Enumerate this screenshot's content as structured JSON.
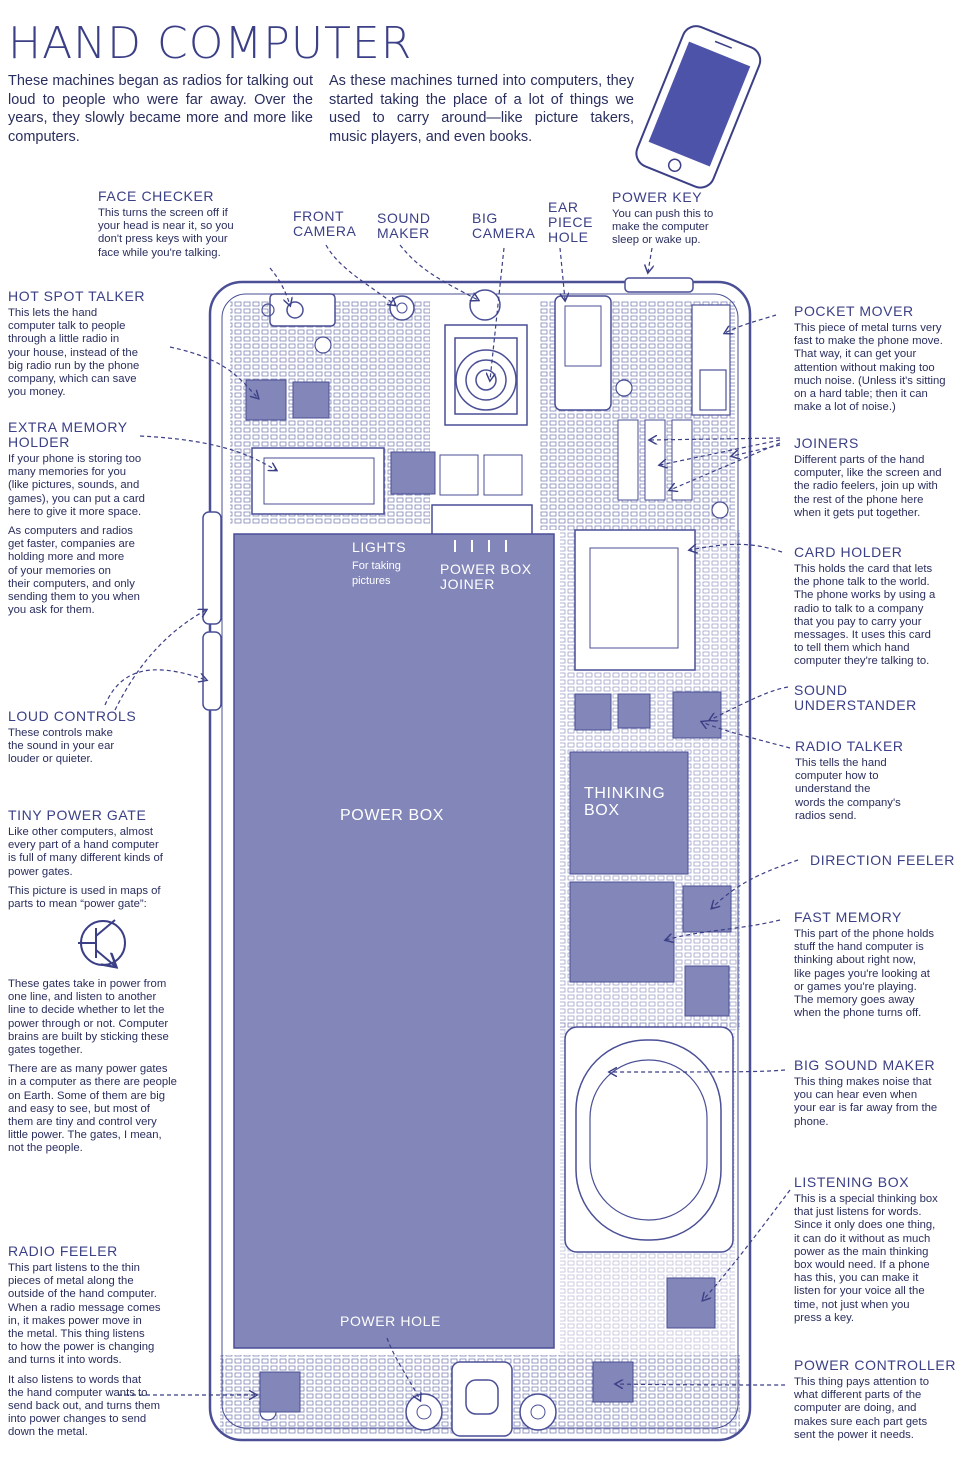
{
  "title": "HAND COMPUTER",
  "intro": {
    "left": "These machines began as radios for talking out loud to people who were far away. Over the years, they slowly became more and more like computers.",
    "right": "As these machines turned into computers, they started taking the place of a lot of things we used to carry around—like picture takers, music players, and even books."
  },
  "labels": {
    "face_checker": {
      "title": "FACE CHECKER",
      "body": "This turns the screen off if\nyour head is near it, so you\ndon't press keys with your\nface while you're talking."
    },
    "front_camera": {
      "title": "FRONT\nCAMERA"
    },
    "sound_maker": {
      "title": "SOUND\nMAKER"
    },
    "big_camera": {
      "title": "BIG\nCAMERA"
    },
    "ear_piece_hole": {
      "title": "EAR\nPIECE\nHOLE"
    },
    "power_key": {
      "title": "POWER KEY",
      "body": "You can push this to\nmake the computer\nsleep or wake up."
    },
    "hot_spot_talker": {
      "title": "HOT SPOT TALKER",
      "body": "This lets the hand\ncomputer talk to people\nthrough a little radio in\nyour house, instead of the\nbig radio run by the phone\ncompany, which can save\nyou money."
    },
    "pocket_mover": {
      "title": "POCKET MOVER",
      "body": "This piece of metal turns very\nfast to make the phone move.\nThat way, it can get your\nattention without making too\nmuch noise. (Unless it's sitting\non a hard table; then it can\nmake a lot of noise.)"
    },
    "extra_memory_holder": {
      "title": "EXTRA MEMORY\nHOLDER",
      "body": "If your phone is storing too\nmany memories for you\n(like pictures, sounds, and\ngames), you can put a card\nhere to give it more space.",
      "body2": "As computers and radios\nget faster, companies are\nholding more and more\nof your memories on\ntheir computers, and only\nsending them to you when\nyou ask for them."
    },
    "joiners": {
      "title": "JOINERS",
      "body": "Different parts of the hand\ncomputer, like the screen and\nthe radio feelers, join up with\nthe rest of the phone here\nwhen it gets put together."
    },
    "lights": {
      "title": "LIGHTS",
      "body": "For taking\npictures"
    },
    "power_box_joiner": {
      "title": "POWER BOX\nJOINER"
    },
    "card_holder": {
      "title": "CARD HOLDER",
      "body": "This holds the card that lets\nthe phone talk to the world.\nThe phone works by using a\nradio to talk to a company\nthat you pay to carry your\nmessages. It uses this card\nto tell them which hand\ncomputer they're talking to."
    },
    "sound_understander": {
      "title": "SOUND\nUNDERSTANDER"
    },
    "loud_controls": {
      "title": "LOUD CONTROLS",
      "body": "These controls make\nthe sound in your ear\nlouder or quieter."
    },
    "radio_talker": {
      "title": "RADIO TALKER",
      "body": "This tells the hand\ncomputer how to\nunderstand the\nwords the company's\nradios send."
    },
    "tiny_power_gate": {
      "title": "TINY POWER GATE",
      "body": "Like other computers, almost\nevery part of a hand computer\nis full of many different kinds of\npower gates.",
      "body2": "This picture is used in maps of\nparts to mean “power gate”:",
      "body3": "These gates take in power from\none line, and listen to another\nline to decide whether to let the\npower through or not. Computer\nbrains are built by sticking these\ngates together.",
      "body4": "There are as many power gates\nin a computer as there are people\non Earth. Some of them are big\nand easy to see, but most of\nthem are tiny and control very\nlittle power. The gates, I mean,\nnot the people."
    },
    "power_box": {
      "title": "POWER BOX"
    },
    "thinking_box": {
      "title": "THINKING\nBOX"
    },
    "direction_feeler": {
      "title": "DIRECTION FEELER"
    },
    "fast_memory": {
      "title": "FAST MEMORY",
      "body": "This part of the phone holds\nstuff the hand computer is\nthinking about right now,\nlike pages you're looking at\nor games you're playing.\nThe memory goes away\nwhen the phone turns off."
    },
    "big_sound_maker": {
      "title": "BIG SOUND MAKER",
      "body": "This thing makes noise that\nyou can hear even when\nyour ear is far away from the\nphone."
    },
    "listening_box": {
      "title": "LISTENING BOX",
      "body": "This is a special thinking box\nthat just listens for words.\nSince it only does one thing,\nit can do it without as much\npower as the main thinking\nbox would need. If a phone\nhas this, you can make it\nlisten for your voice all the\ntime, not just when you\npress a key."
    },
    "radio_feeler": {
      "title": "RADIO FEELER",
      "body": "This part listens to the thin\npieces of metal along the\noutside of the hand computer.\nWhen a radio message comes\nin, it makes power move in\nthe metal. This thing listens\nto how the power is changing\nand turns it into words.",
      "body2": "It also listens to words that\nthe hand computer wants to\nsend back out, and turns them\ninto power changes to send\ndown the metal."
    },
    "power_hole": {
      "title": "POWER HOLE"
    },
    "power_controller": {
      "title": "POWER CONTROLLER",
      "body": "This thing pays attention to\nwhat different parts of the\ncomputer are doing, and\nmakes sure each part gets\nsent the power it needs."
    }
  },
  "colors": {
    "ink": "#3b3f86",
    "chip_fill": "#8286b8",
    "board_line": "#4a4f96",
    "text": "#2a2e5e"
  }
}
